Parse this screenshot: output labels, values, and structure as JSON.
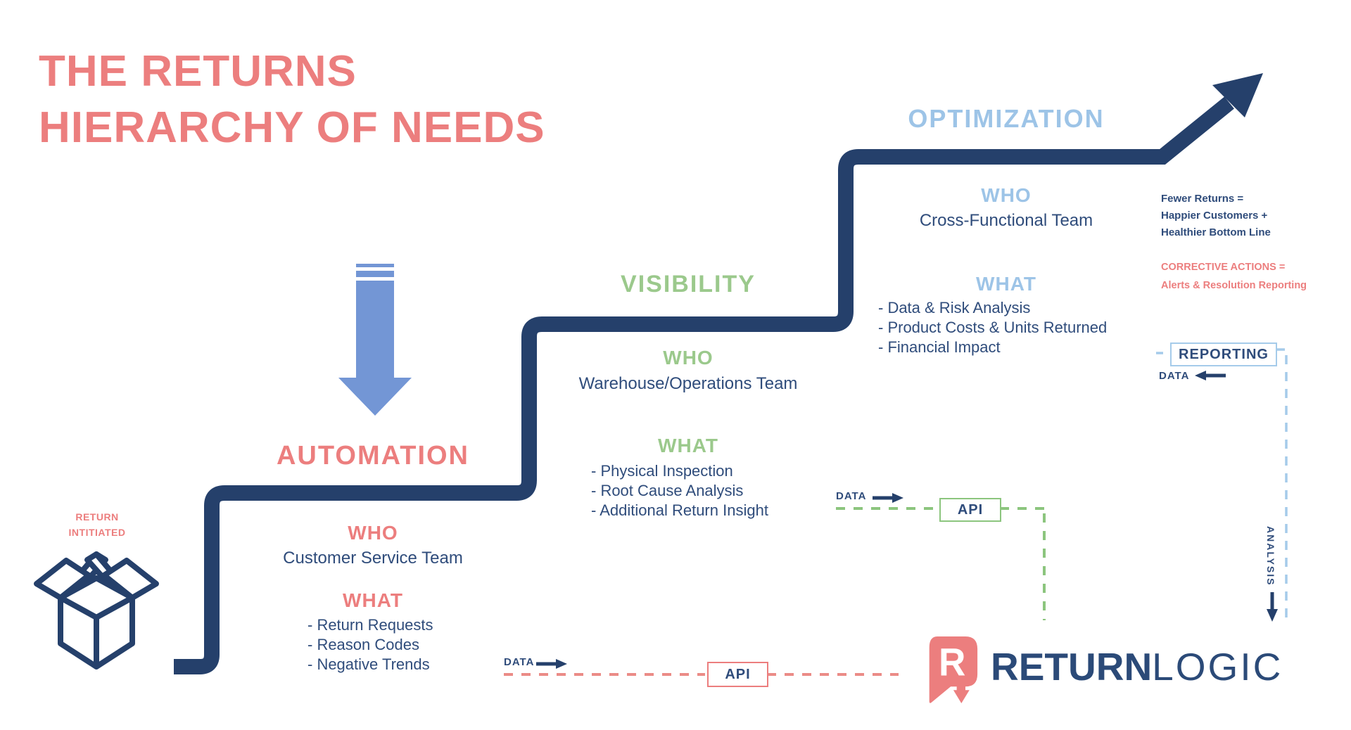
{
  "title": {
    "line1": "THE RETURNS",
    "line2": "HIERARCHY OF NEEDS"
  },
  "return_initiated": {
    "line1": "RETURN",
    "line2": "INTITIATED"
  },
  "levels": [
    {
      "name": "AUTOMATION",
      "who_label": "WHO",
      "who": "Customer Service Team",
      "what_label": "WHAT",
      "what": [
        "- Return Requests",
        "- Reason Codes",
        "- Negative Trends"
      ]
    },
    {
      "name": "VISIBILITY",
      "who_label": "WHO",
      "who": "Warehouse/Operations Team",
      "what_label": "WHAT",
      "what": [
        "- Physical Inspection",
        "- Root Cause Analysis",
        "- Additional Return Insight"
      ]
    },
    {
      "name": "OPTIMIZATION",
      "who_label": "WHO",
      "who": "Cross-Functional Team",
      "what_label": "WHAT",
      "what": [
        "- Data & Risk Analysis",
        "- Product Costs & Units Returned",
        "- Financial Impact"
      ]
    }
  ],
  "outcome_note": {
    "line1": "Fewer Returns =",
    "line2": "Happier Customers +",
    "line3": "Healthier Bottom Line"
  },
  "corrective_note": {
    "line1": "CORRECTIVE ACTIONS =",
    "line2": "Alerts & Resolution Reporting"
  },
  "reporting": {
    "label": "REPORTING",
    "data_label": "DATA",
    "analysis_label": "ANALYSIS"
  },
  "automation_flow": {
    "data_label": "DATA",
    "api_label": "API"
  },
  "visibility_flow": {
    "data_label": "DATA",
    "api_label": "API"
  },
  "logo": {
    "part1": "RETURN",
    "part2": "LOGIC"
  },
  "colors": {
    "coral": "#EC7E7E",
    "coral_dash": "#EB8B87",
    "navy_line": "#25406B",
    "navy_text": "#2F4C7B",
    "green_heading": "#9BC98C",
    "green_line": "#8CC57E",
    "light_blue": "#9DC4E7",
    "light_blue_dash": "#A5CBEA",
    "arrow_blue": "#7396D5"
  }
}
